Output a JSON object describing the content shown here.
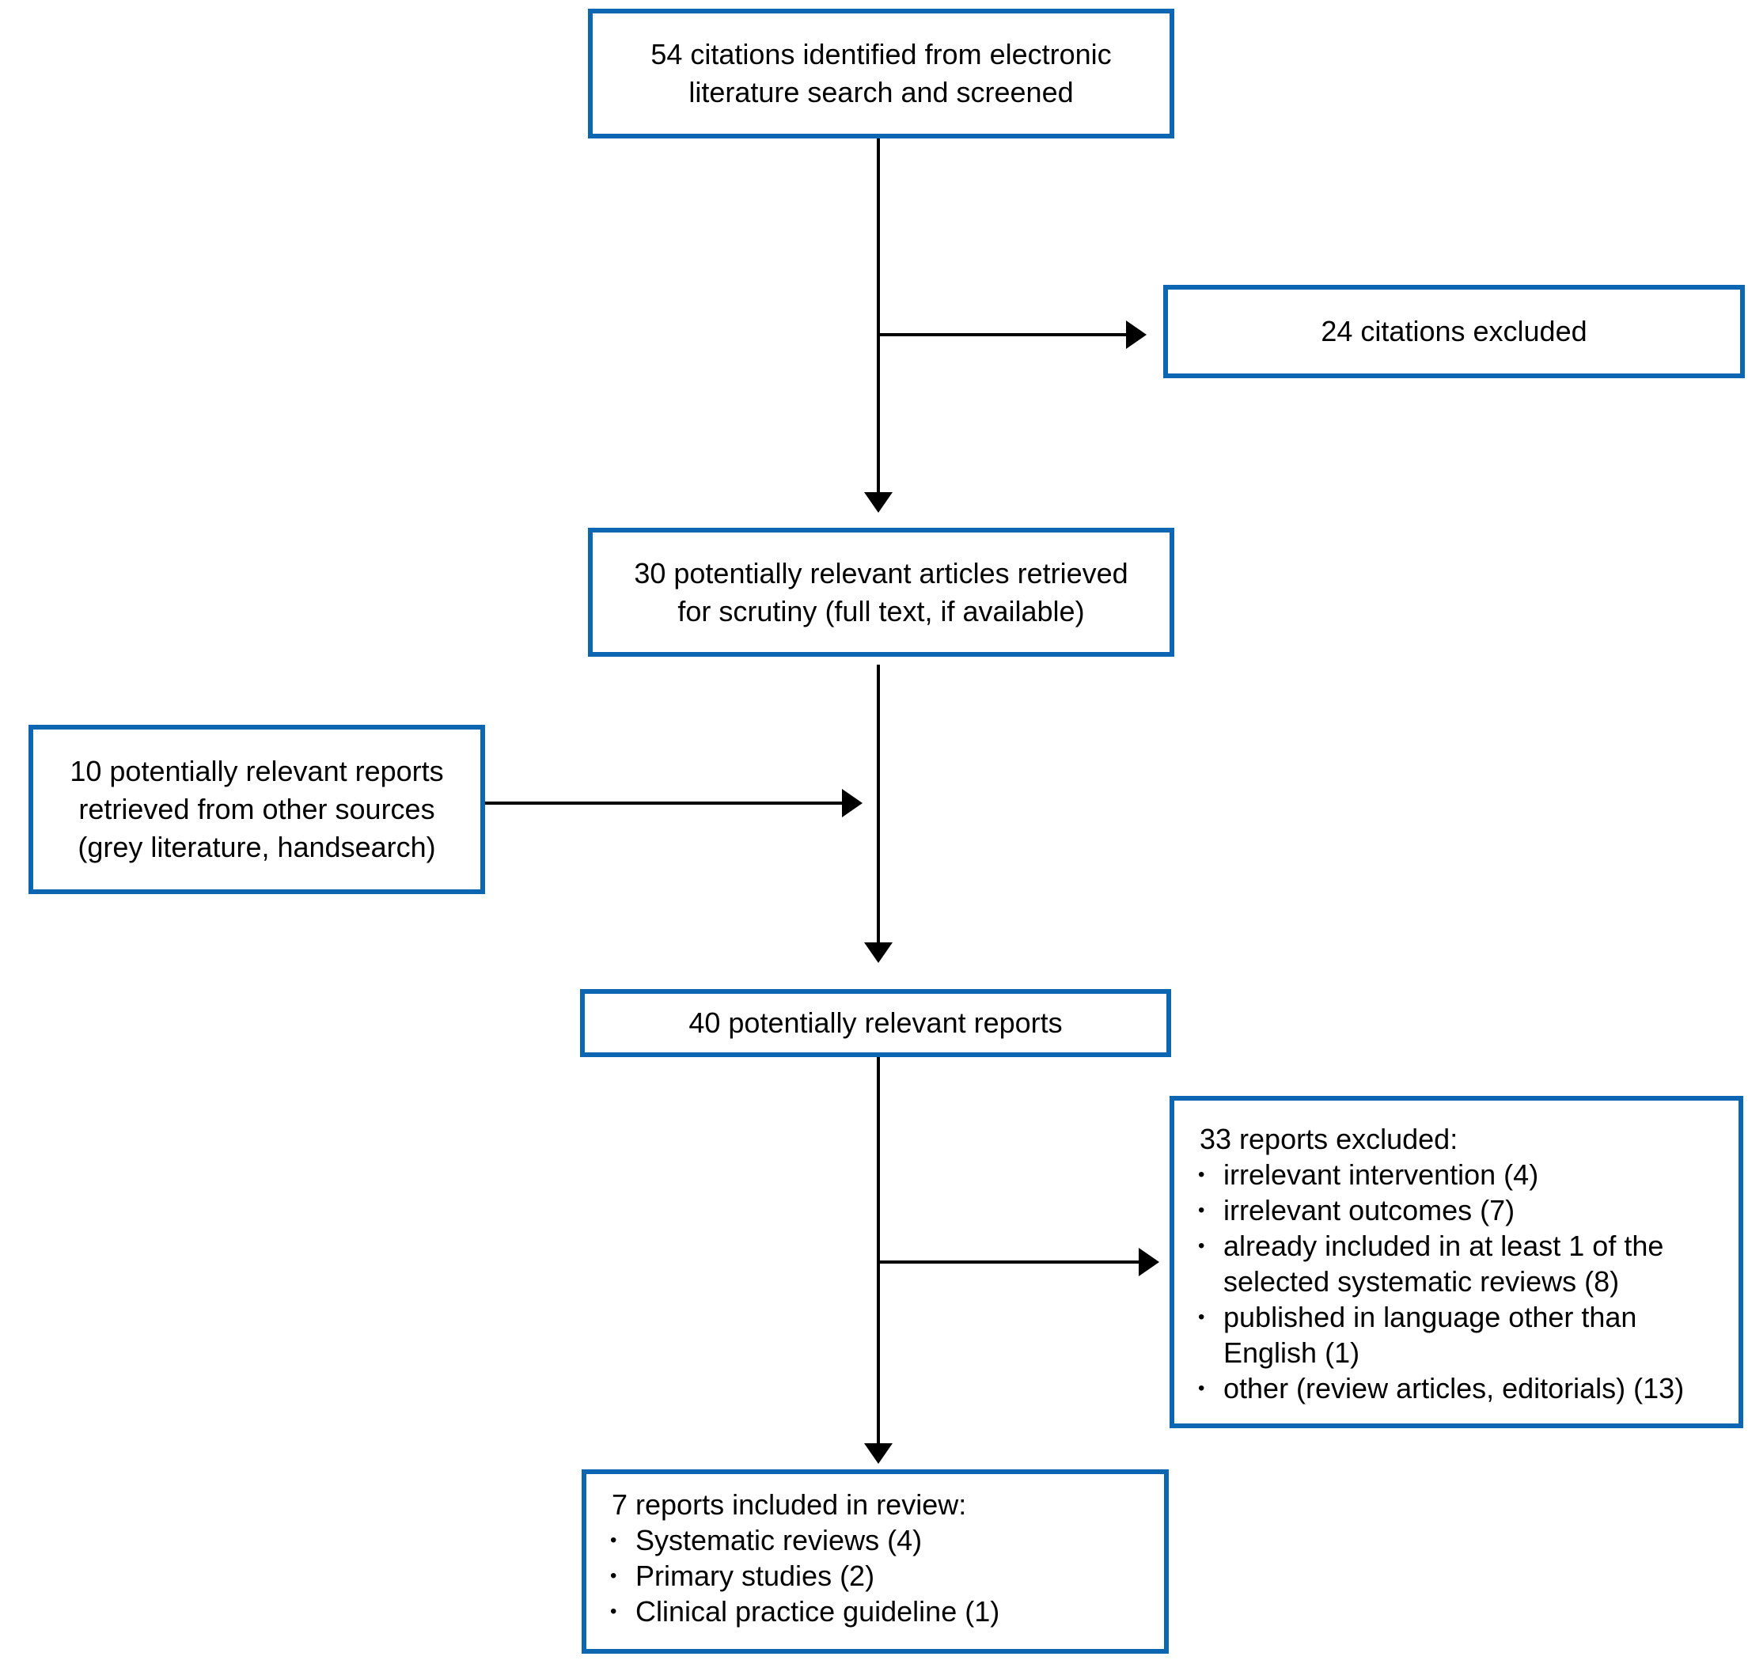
{
  "diagram": {
    "title": "Systematic review study selection flow diagram",
    "bullet_char": "•",
    "colors": {
      "box_border": "#0c66b2",
      "text": "#000000",
      "arrow": "#000000",
      "background": "#ffffff"
    },
    "nodes": {
      "identified": {
        "text": "54 citations identified from electronic\nliterature search and screened"
      },
      "excluded_citations": {
        "text": "24 citations excluded"
      },
      "retrieved": {
        "text": "30 potentially relevant articles retrieved\nfor scrutiny (full text, if available)"
      },
      "other_sources": {
        "text": "10 potentially relevant reports\nretrieved from other sources\n(grey literature, handsearch)"
      },
      "relevant_reports": {
        "text": "40 potentially relevant reports"
      },
      "excluded_reports": {
        "title": "33 reports excluded:",
        "items": [
          "irrelevant intervention (4)",
          "irrelevant outcomes (7)",
          "already included in at least 1 of the selected systematic reviews (8)",
          "published in language other than English (1)",
          "other (review articles, editorials) (13)"
        ]
      },
      "included": {
        "title": "7 reports included in review:",
        "items": [
          "Systematic reviews (4)",
          "Primary studies (2)",
          "Clinical practice guideline (1)"
        ]
      }
    }
  }
}
